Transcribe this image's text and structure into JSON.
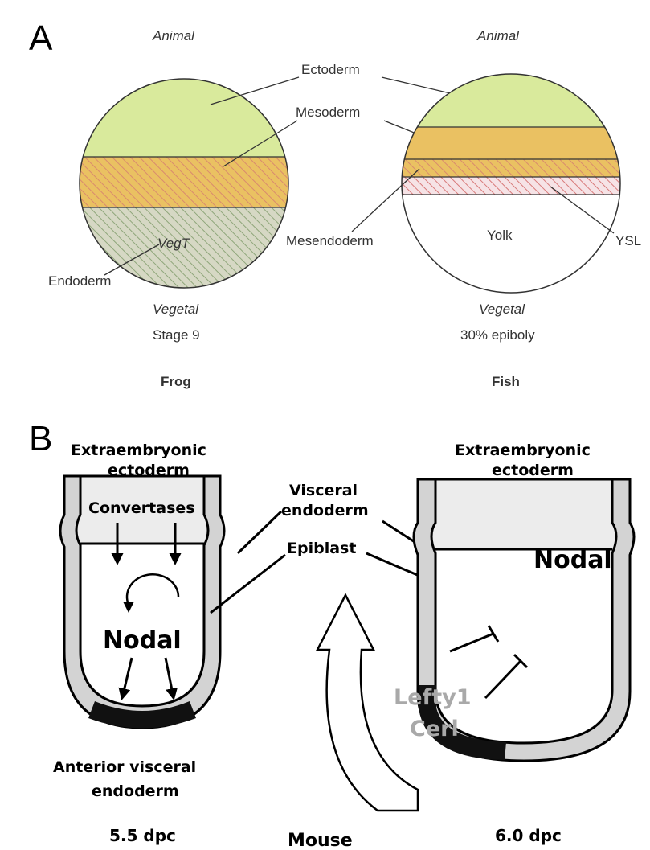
{
  "panel_a": {
    "letter": "A",
    "frog": {
      "top": "Animal",
      "ectoderm": "Ectoderm",
      "mesoderm": "Mesoderm",
      "marker": "VegT",
      "endoderm": "Endoderm",
      "bottom": "Vegetal",
      "stage": "Stage 9",
      "organism": "Frog"
    },
    "fish": {
      "top": "Animal",
      "mesendoderm": "Mesendoderm",
      "yolk": "Yolk",
      "ysl": "YSL",
      "bottom": "Vegetal",
      "stage": "30% epiboly",
      "organism": "Fish"
    },
    "colors": {
      "ectoderm": "#d9ea9c",
      "mesoderm": "#eac162",
      "hatch_green": "#8fa67a",
      "hatch_red": "#d87a7a"
    }
  },
  "panel_b": {
    "letter": "B",
    "left": {
      "extra_line1": "Extraembryonic",
      "extra_line2": "ectoderm",
      "convertases": "Convertases",
      "nodal": "Nodal",
      "ave_line1": "Anterior visceral",
      "ave_line2": "endoderm",
      "stage": "5.5 dpc"
    },
    "middle": {
      "visceral_line1": "Visceral",
      "visceral_line2": "endoderm",
      "epiblast": "Epiblast",
      "organism": "Mouse"
    },
    "right": {
      "extra_line1": "Extraembryonic",
      "extra_line2": "ectoderm",
      "nodal": "Nodal",
      "lefty": "Lefty1",
      "cerl": "Cerl",
      "stage": "6.0 dpc"
    },
    "colors": {
      "layer": "#d3d3d3",
      "ave": "#111111",
      "inhibitor_text": "#a9a9a9"
    }
  }
}
